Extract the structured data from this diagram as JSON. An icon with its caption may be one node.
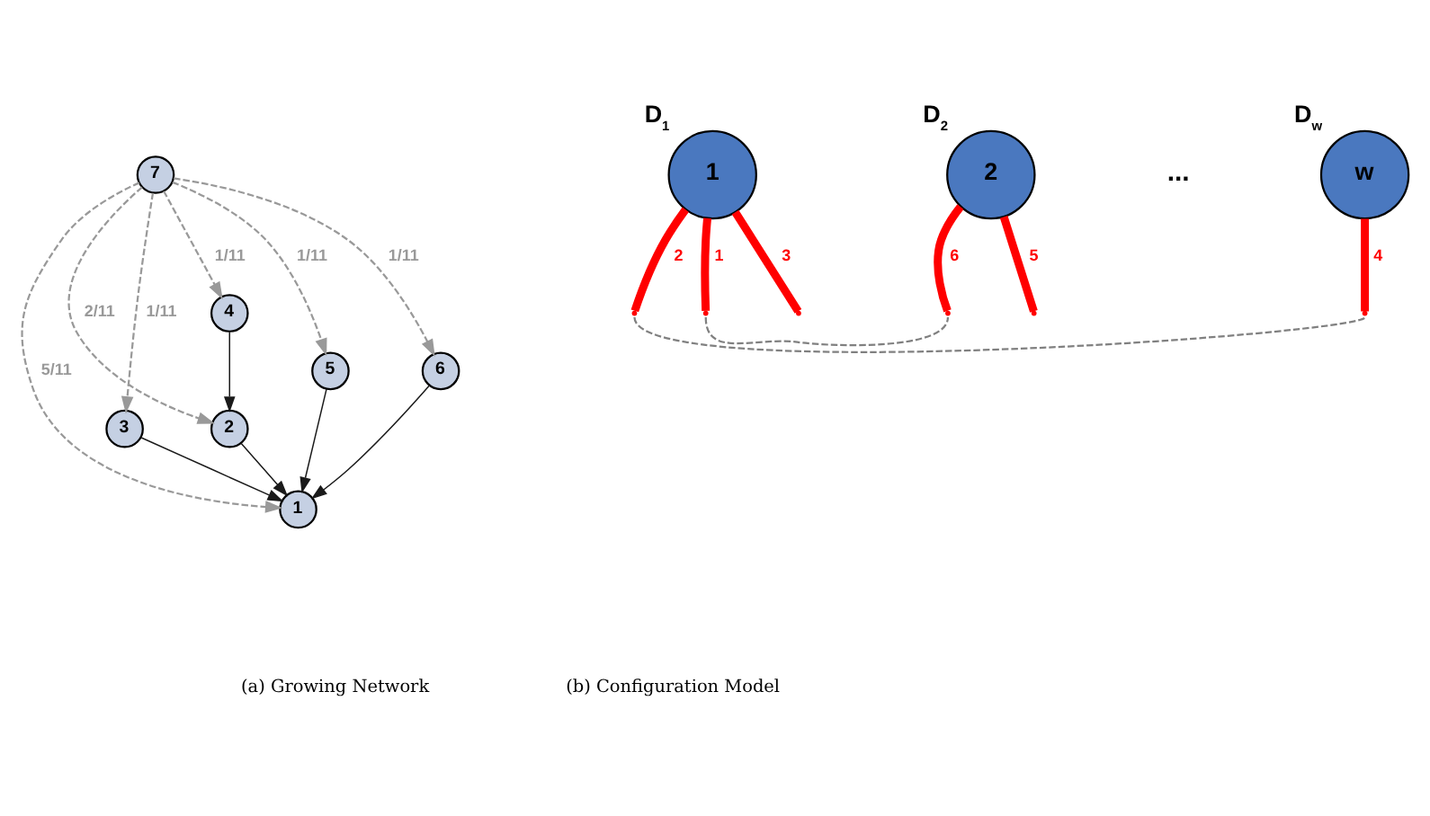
{
  "diagram": {
    "nodes": [
      {
        "text": [
          "7"
        ]
      },
      {
        "text": [
          "6"
        ]
      },
      {
        "text": [
          "5"
        ]
      },
      {
        "text": [
          "4"
        ]
      },
      {
        "text": [
          "3"
        ]
      },
      {
        "text": [
          "2"
        ]
      },
      {
        "text": [
          "1"
        ]
      },
      {
        "text": [
          "1"
        ],
        "beside": [
          "D$_{1}$"
        ]
      },
      {
        "text": [
          "2"
        ],
        "beside": [
          "D$_{2}$"
        ]
      },
      {
        "text": [
          "w"
        ],
        "beside": [
          "D$_{w}$"
        ]
      },
      {
        "text": [],
        "shape": "point"
      },
      {
        "text": [],
        "shape": "point"
      },
      {
        "text": [],
        "shape": "point"
      },
      {
        "text": [],
        "shape": "point"
      },
      {
        "text": [],
        "shape": "point"
      },
      {
        "text": [],
        "shape": "point"
      }
    ],
    "edges": [
      {
        "from": 0,
        "to": 6,
        "arrow": "to",
        "label": "5/11",
        "style": "dashed",
        "color": "#999999"
      },
      {
        "from": 0,
        "to": 5,
        "arrow": "to",
        "label": "2/11",
        "style": "dashed",
        "color": "#999999"
      },
      {
        "from": 0,
        "to": 4,
        "arrow": "to",
        "label": "1/11",
        "style": "dashed",
        "color": "#999999"
      },
      {
        "from": 0,
        "to": 3,
        "arrow": "to",
        "label": "1/11",
        "style": "dashed",
        "color": "#999999"
      },
      {
        "from": 0,
        "to": 2,
        "arrow": "to",
        "label": "1/11",
        "style": "dashed",
        "color": "#999999"
      },
      {
        "from": 0,
        "to": 1,
        "arrow": "to",
        "label": "1/11",
        "style": "dashed",
        "color": "#999999"
      },
      {
        "from": 5,
        "to": 6,
        "arrow": "to",
        "color": "#1a1a1a"
      },
      {
        "from": 4,
        "to": 6,
        "arrow": "to",
        "color": "#1a1a1a"
      },
      {
        "from": 3,
        "to": 5,
        "arrow": "to",
        "color": "#1a1a1a"
      },
      {
        "from": 2,
        "to": 6,
        "arrow": "to",
        "color": "#1a1a1a"
      },
      {
        "from": 1,
        "to": 6,
        "arrow": "to",
        "color": "#1a1a1a"
      },
      {
        "from": 7,
        "to": 10,
        "arrow": "none",
        "label": "2",
        "style": "thick",
        "color": "#ff0000"
      },
      {
        "from": 7,
        "to": 11,
        "arrow": "none",
        "label": "1",
        "style": "thick",
        "color": "#ff0000"
      },
      {
        "from": 7,
        "to": 12,
        "arrow": "none",
        "label": "3",
        "style": "thick",
        "color": "#ff0000"
      },
      {
        "from": 8,
        "to": 13,
        "arrow": "none",
        "label": "6",
        "style": "thick",
        "color": "#ff0000"
      },
      {
        "from": 8,
        "to": 14,
        "arrow": "none",
        "label": "5",
        "style": "thick",
        "color": "#ff0000"
      },
      {
        "from": 9,
        "to": 15,
        "arrow": "none",
        "label": "4",
        "style": "thick",
        "color": "#ff0000"
      },
      {
        "from": 10,
        "to": 15,
        "arrow": "none",
        "style": "dashed",
        "color": "#808080"
      },
      {
        "from": 11,
        "to": 13,
        "arrow": "none",
        "style": "dashed",
        "color": "#808080"
      }
    ],
    "labels": [
      "...",
      "(a) Growing Network",
      "(b) Configuration Model"
    ]
  }
}
